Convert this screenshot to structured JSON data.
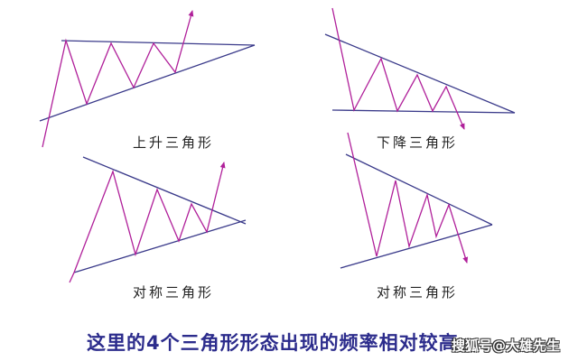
{
  "colors": {
    "trendline": "#3a3a8a",
    "price": "#b0209a",
    "caption": "#2c2c8c"
  },
  "patterns": [
    {
      "label": "上升三角形",
      "breakout": "up"
    },
    {
      "label": "下降三角形",
      "breakout": "down"
    },
    {
      "label": "对称三角形",
      "breakout": "up"
    },
    {
      "label": "对称三角形",
      "breakout": "down"
    }
  ],
  "caption": "这里的4个三角形形态出现的频率相对较高",
  "watermark": "搜狐号@大雄先生"
}
